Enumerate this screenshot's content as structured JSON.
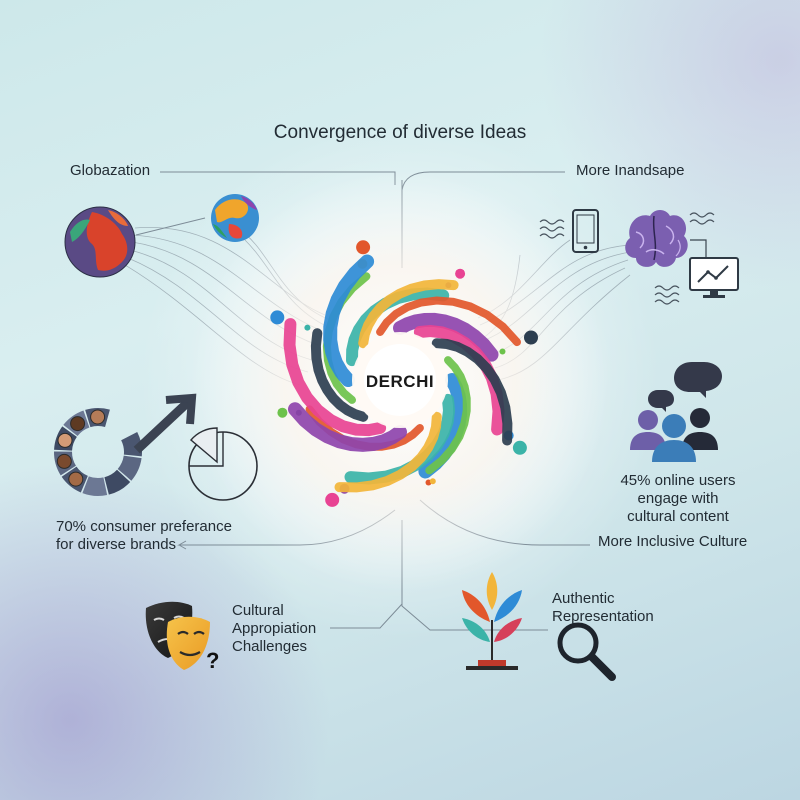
{
  "title": "Convergence of diverse Ideas",
  "center": {
    "label": "DERCHI"
  },
  "nodes": {
    "globalization": {
      "label": "Globazation"
    },
    "more_landscape": {
      "label": "More Inandsape"
    },
    "consumer_preference": {
      "lines": [
        "70% consumer preferance",
        "for diverse brands"
      ]
    },
    "online_users": {
      "lines": [
        "45% online users",
        "engage with",
        "cultural content"
      ]
    },
    "inclusive_culture": {
      "label": "More Inclusive Culture"
    },
    "appropriation": {
      "lines": [
        "Cultural",
        "Appropiation",
        "Challenges"
      ]
    },
    "authentic": {
      "lines": [
        "Authentic",
        "Representation"
      ]
    }
  },
  "icons": [
    "globe-icon",
    "small-globe-icon",
    "smartphone-icon",
    "brain-icon",
    "monitor-chart-icon",
    "people-chat-icon",
    "donut-avatars-icon",
    "arrow-up-right-icon",
    "pie-chart-icon",
    "theater-masks-icon",
    "question-mark-icon",
    "plant-icon",
    "magnifier-icon"
  ],
  "colors": {
    "swirl": [
      "#2e8bd6",
      "#3bb3a8",
      "#f2b53a",
      "#e2572b",
      "#8e44ad",
      "#e84393",
      "#2c3e50",
      "#6dc24b"
    ],
    "line": "#7a8a96"
  }
}
